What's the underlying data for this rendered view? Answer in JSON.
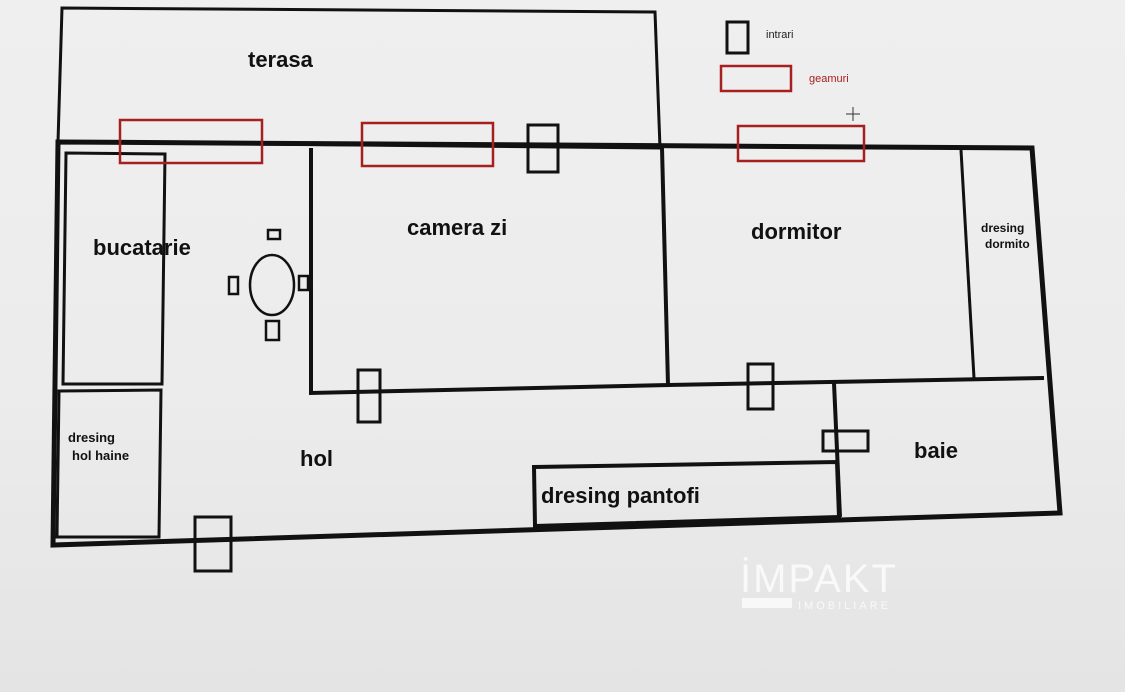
{
  "legend": {
    "door_label": "intrari",
    "window_label": "geamuri"
  },
  "colors": {
    "wall": "#111111",
    "window": "#a5201f",
    "door": "#111111",
    "watermark": "#ffffff"
  },
  "rooms": {
    "terasa": "terasa",
    "bucatarie": "bucatarie",
    "camera_zi": "camera zi",
    "dormitor": "dormitor",
    "dresing_dormitor_line1": "dresing",
    "dresing_dormitor_line2": "dormito",
    "dresing_hol_line1": "dresing",
    "dresing_hol_line2": "hol haine",
    "hol": "hol",
    "baie": "baie",
    "dresing_pantofi": "dresing pantofi"
  },
  "watermark": {
    "brand": "İMPAKT",
    "sub": "IMOBILIARE"
  }
}
